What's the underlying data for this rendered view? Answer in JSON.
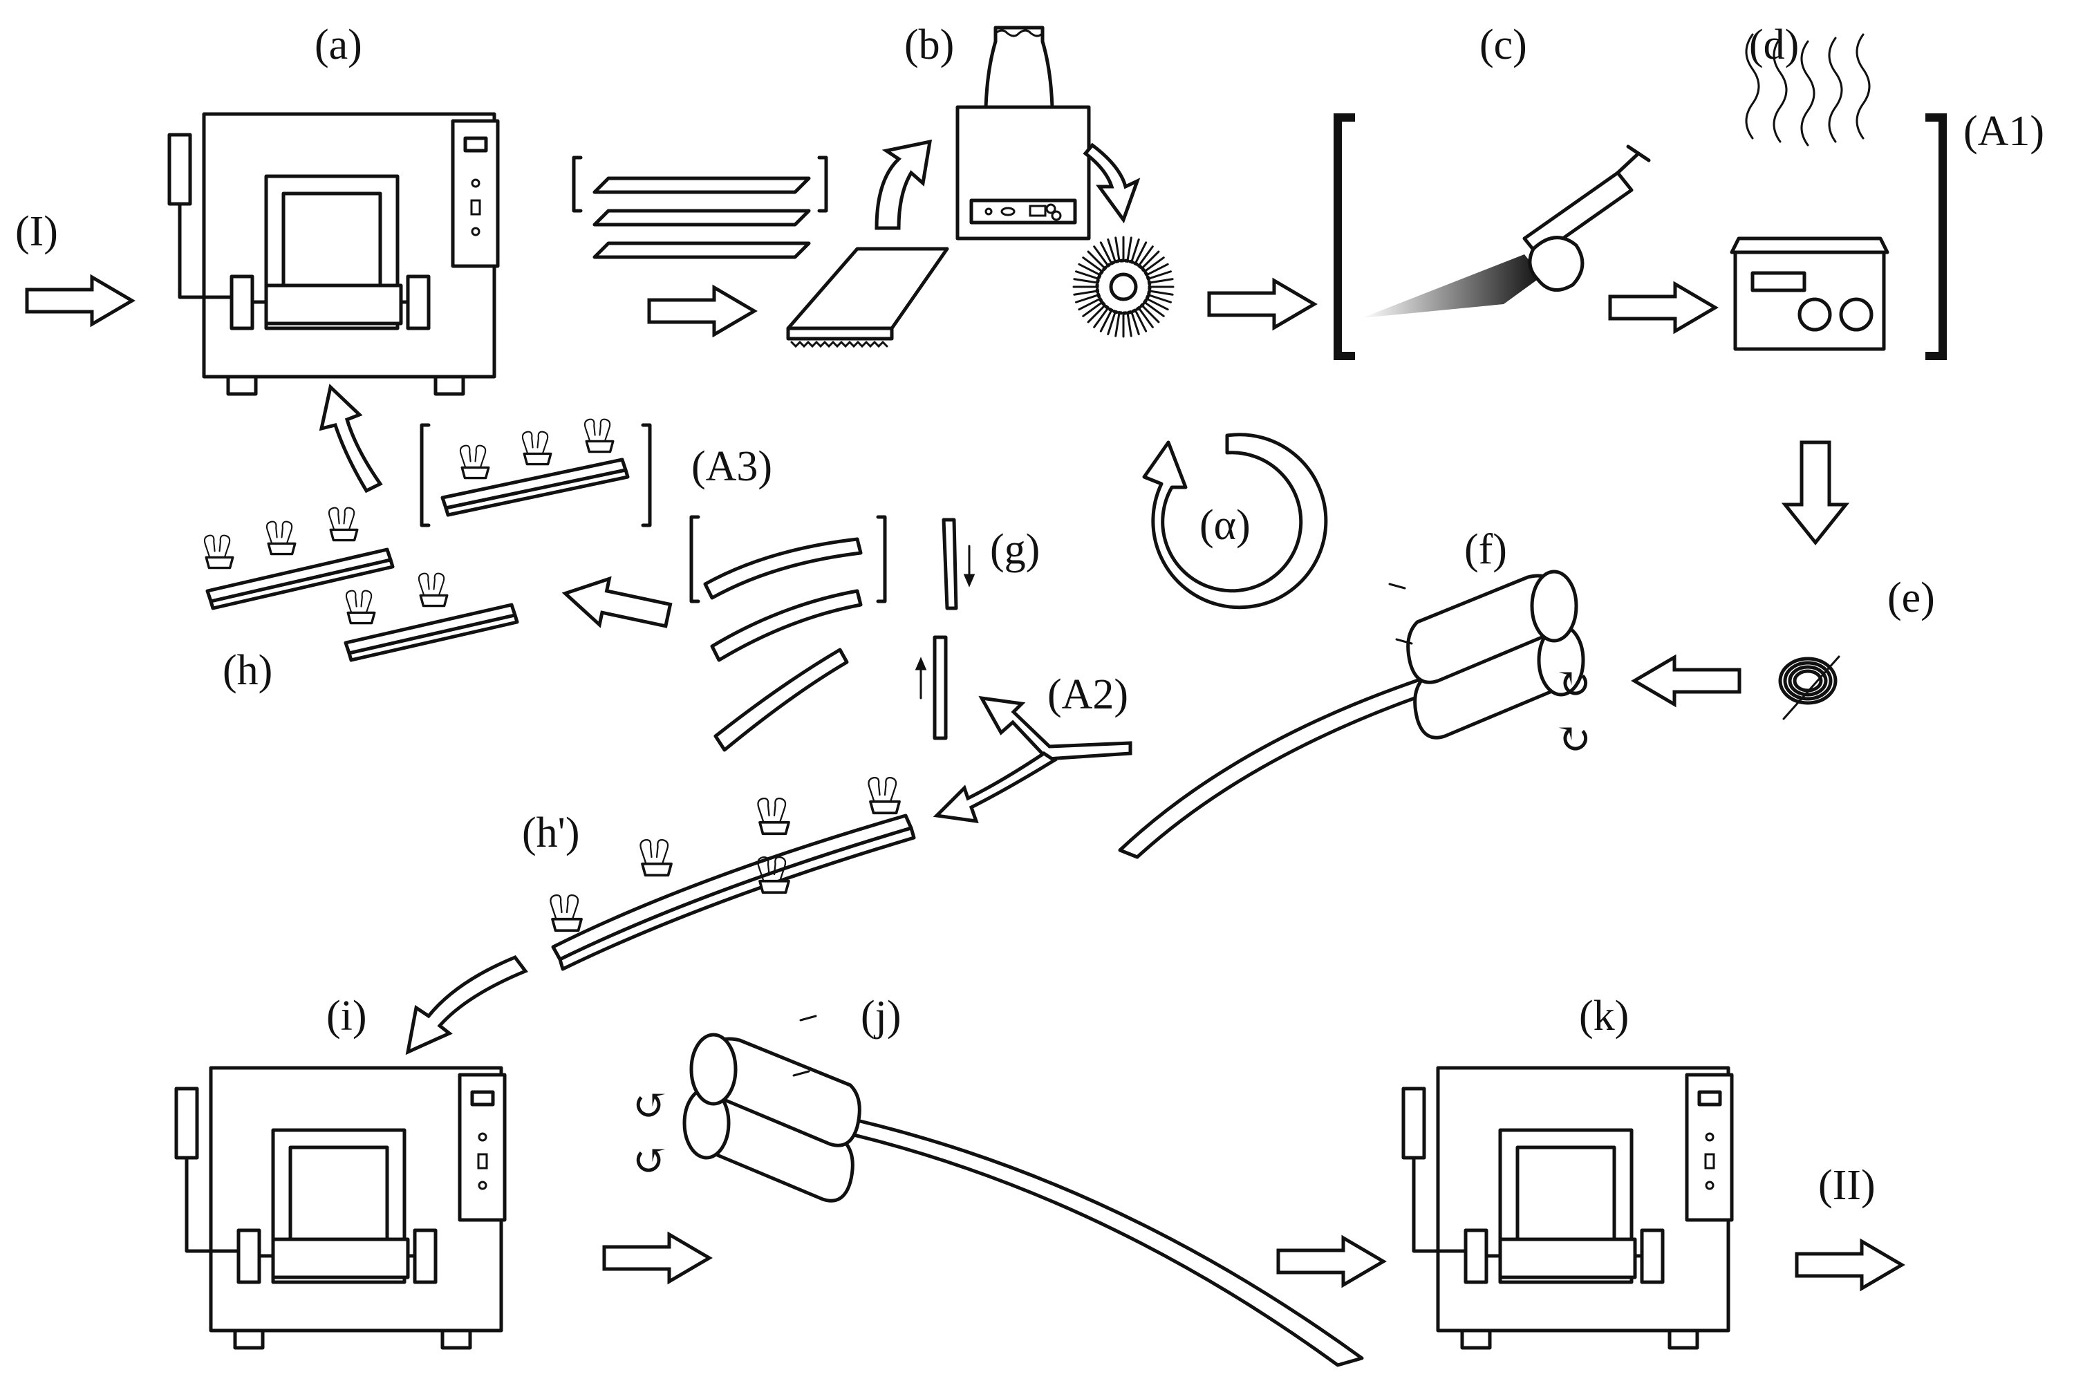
{
  "labels": {
    "a": "(a)",
    "b": "(b)",
    "c": "(c)",
    "d": "(d)",
    "e": "(e)",
    "f": "(f)",
    "g": "(g)",
    "h": "(h)",
    "h_prime": "(h')",
    "i": "(i)",
    "j": "(j)",
    "k": "(k)",
    "A1": "(A1)",
    "A2": "(A2)",
    "A3": "(A3)",
    "alpha": "(α)",
    "input": "(I)",
    "output": "(II)"
  },
  "icons": {
    "furnace": "furnace-icon",
    "plate_stack": "plate-stack-icon",
    "plate_with_teeth": "plate-icon",
    "sandblaster": "sandblaster-icon",
    "spiked_disc": "abrasive-disc-icon",
    "spray_gun": "spray-gun-icon",
    "hot_plate": "hot-plate-icon",
    "foil_coil": "foil-coil-icon",
    "rolling_mill": "rolling-mill-icon",
    "curved_strips": "strip-icon",
    "clamped_stack": "binder-clip-stack-icon",
    "arrow": "block-arrow-icon",
    "cycle_arrow": "cycle-arrow-icon"
  }
}
